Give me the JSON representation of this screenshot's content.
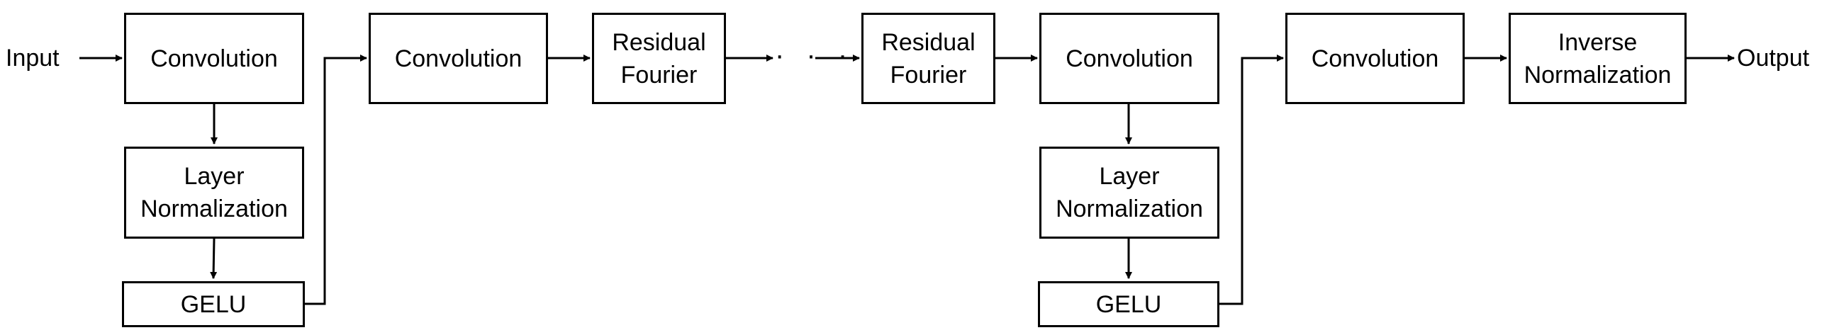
{
  "diagram": {
    "input_label": "Input",
    "output_label": "Output",
    "ellipsis": "· · ·",
    "nodes": {
      "conv1": {
        "lines": [
          "Convolution"
        ]
      },
      "layernorm1": {
        "lines": [
          "Layer",
          "Normalization"
        ]
      },
      "gelu1": {
        "lines": [
          "GELU"
        ]
      },
      "conv2": {
        "lines": [
          "Convolution"
        ]
      },
      "residual1": {
        "lines": [
          "Residual",
          "Fourier"
        ]
      },
      "residual2": {
        "lines": [
          "Residual",
          "Fourier"
        ]
      },
      "conv3": {
        "lines": [
          "Convolution"
        ]
      },
      "layernorm2": {
        "lines": [
          "Layer",
          "Normalization"
        ]
      },
      "gelu2": {
        "lines": [
          "GELU"
        ]
      },
      "conv4": {
        "lines": [
          "Convolution"
        ]
      },
      "inverse_norm": {
        "lines": [
          "Inverse",
          "Normalization"
        ]
      }
    },
    "edges": [
      {
        "from": "input",
        "to": "conv1"
      },
      {
        "from": "conv1",
        "to": "layernorm1"
      },
      {
        "from": "layernorm1",
        "to": "gelu1"
      },
      {
        "from": "gelu1",
        "to": "conv2"
      },
      {
        "from": "conv2",
        "to": "residual1"
      },
      {
        "from": "residual1",
        "to": "ellipsis"
      },
      {
        "from": "ellipsis",
        "to": "residual2"
      },
      {
        "from": "residual2",
        "to": "conv3"
      },
      {
        "from": "conv3",
        "to": "layernorm2"
      },
      {
        "from": "layernorm2",
        "to": "gelu2"
      },
      {
        "from": "gelu2",
        "to": "conv4"
      },
      {
        "from": "conv4",
        "to": "inverse_norm"
      },
      {
        "from": "inverse_norm",
        "to": "output"
      }
    ]
  }
}
